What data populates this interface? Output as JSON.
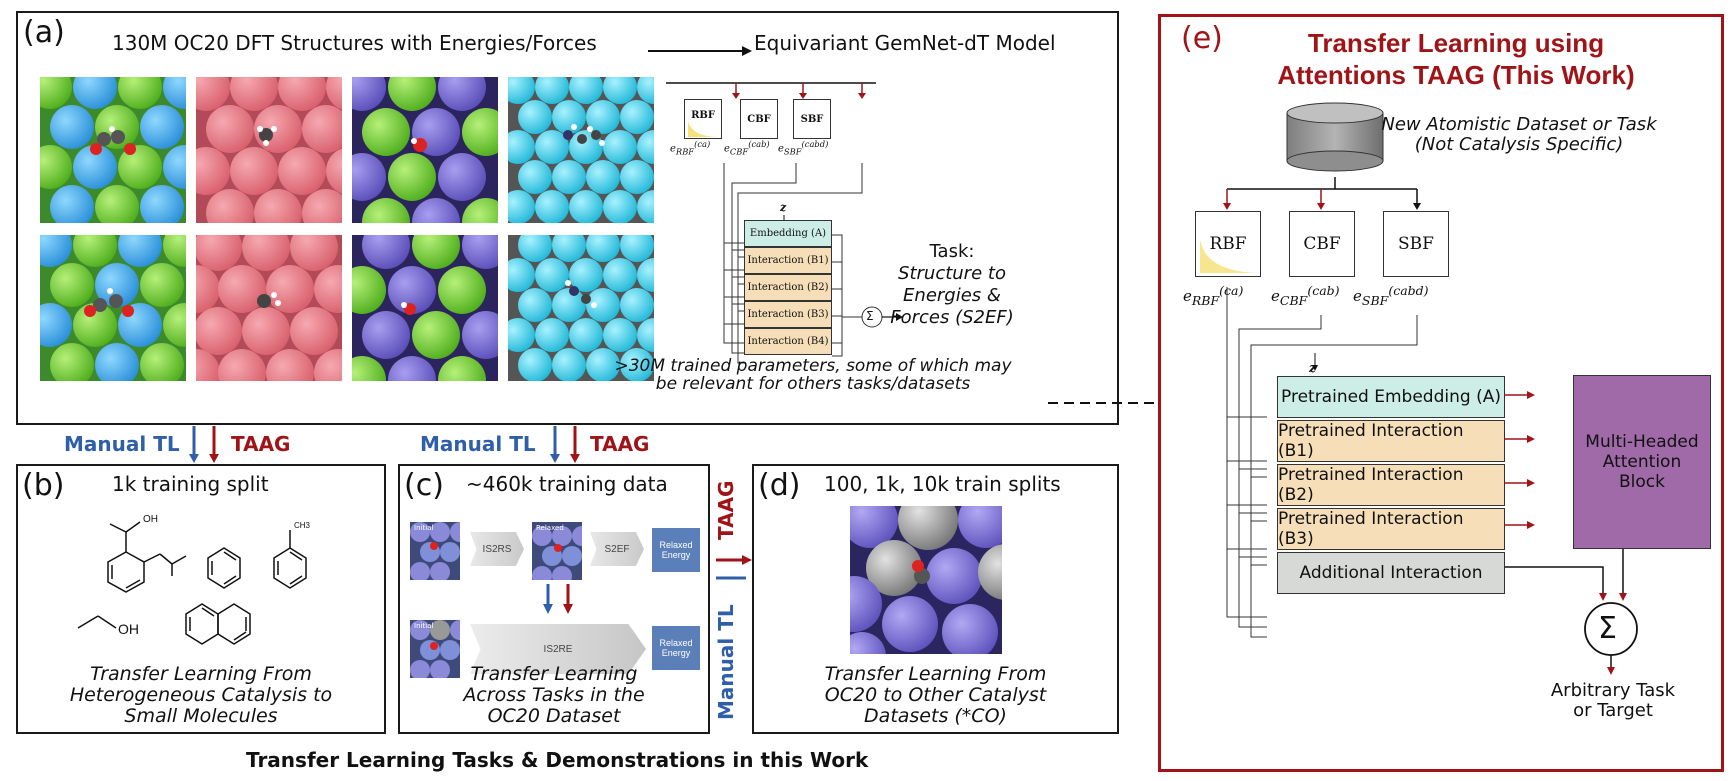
{
  "panel_a": {
    "label": "(a)",
    "title_left": "130M OC20 DFT Structures with Energies/Forces",
    "title_right": "Equivariant GemNet-dT Model",
    "rbf": "RBF",
    "cbf": "CBF",
    "sbf": "SBF",
    "z": "z",
    "blocks": [
      "Embedding (A)",
      "Interaction (B1)",
      "Interaction (B2)",
      "Interaction (B3)",
      "Interaction (B4)"
    ],
    "sum": "Σ",
    "task_lines": [
      "Task:",
      "Structure to",
      "Energies &",
      "Forces (S2EF)"
    ],
    "params_line1": ">30M trained parameters, some of which may",
    "params_line2": "be relevant for others tasks/datasets"
  },
  "arrows": {
    "manual_tl": "Manual TL",
    "taag": "TAAG"
  },
  "panel_b": {
    "label": "(b)",
    "title": "1k training split",
    "ch3": "CH3",
    "oh1": "OH",
    "oh2": "OH",
    "caption": [
      "Transfer Learning From",
      "Heterogeneous Catalysis to",
      "Small Molecules"
    ]
  },
  "panel_c": {
    "label": "(c)",
    "title": "~460k training data",
    "initial": "Initial",
    "relaxed": "Relaxed",
    "is2rs": "IS2RS",
    "s2ef": "S2EF",
    "is2re": "IS2RE",
    "relaxed_energy": "Relaxed Energy",
    "caption": [
      "Transfer Learning",
      "Across Tasks in the",
      "OC20 Dataset"
    ]
  },
  "panel_d": {
    "label": "(d)",
    "title": "100, 1k, 10k train splits",
    "caption": [
      "Transfer Learning From",
      "OC20 to Other Catalyst",
      "Datasets (*CO)"
    ]
  },
  "footer": "Transfer Learning Tasks & Demonstrations in this Work",
  "panel_e": {
    "label": "(e)",
    "title1": "Transfer Learning using",
    "title2": "Attentions TAAG (This Work)",
    "dataset1": "New Atomistic Dataset or Task",
    "dataset2": "(Not Catalysis Specific)",
    "rbf": "RBF",
    "cbf": "CBF",
    "sbf": "SBF",
    "z": "z",
    "blocks": [
      "Pretrained Embedding (A)",
      "Pretrained Interaction (B1)",
      "Pretrained Interaction (B2)",
      "Pretrained Interaction (B3)",
      "Additional Interaction"
    ],
    "attention": [
      "Multi-Headed",
      "Attention",
      "Block"
    ],
    "sum": "Σ",
    "target1": "Arbitrary Task",
    "target2": "or Target"
  },
  "colors": {
    "accent_red": "#a01418",
    "accent_blue": "#2f5fa8",
    "embedding": "#cdeee6",
    "interaction": "#f6dfb8",
    "additional": "#d6d9d6",
    "attention": "#a06aa8"
  }
}
